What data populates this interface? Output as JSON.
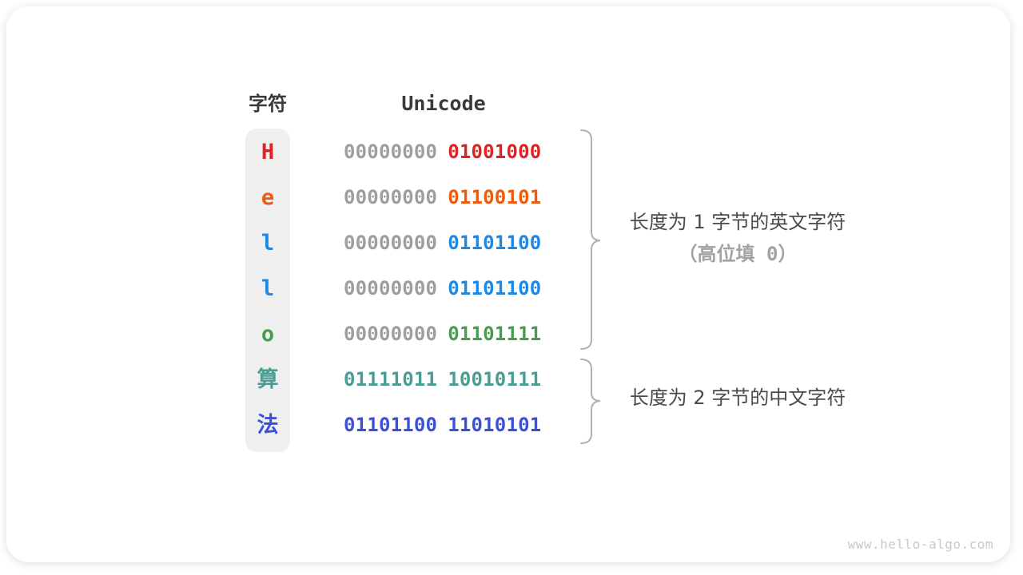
{
  "table": {
    "char_header": "字符",
    "unicode_header": "Unicode",
    "rows": [
      {
        "char": "H",
        "char_color": "#e02222",
        "byte1": "00000000",
        "byte1_color": "#9e9e9e",
        "byte2": "01001000",
        "byte2_color": "#e02222"
      },
      {
        "char": "e",
        "char_color": "#ef5b0d",
        "byte1": "00000000",
        "byte1_color": "#9e9e9e",
        "byte2": "01100101",
        "byte2_color": "#ef5b0d"
      },
      {
        "char": "l",
        "char_color": "#1e88e5",
        "byte1": "00000000",
        "byte1_color": "#9e9e9e",
        "byte2": "01101100",
        "byte2_color": "#1e88e5"
      },
      {
        "char": "l",
        "char_color": "#1e88e5",
        "byte1": "00000000",
        "byte1_color": "#9e9e9e",
        "byte2": "01101100",
        "byte2_color": "#1e88e5"
      },
      {
        "char": "o",
        "char_color": "#4a9b52",
        "byte1": "00000000",
        "byte1_color": "#9e9e9e",
        "byte2": "01101111",
        "byte2_color": "#4a9b52"
      },
      {
        "char": "算",
        "char_color": "#4a9d93",
        "byte1": "01111011",
        "byte1_color": "#4a9d93",
        "byte2": "10010111",
        "byte2_color": "#4a9d93"
      },
      {
        "char": "法",
        "char_color": "#3a50d9",
        "byte1": "01101100",
        "byte1_color": "#3a50d9",
        "byte2": "11010101",
        "byte2_color": "#3a50d9"
      }
    ]
  },
  "annotations": [
    {
      "line1": "长度为 1 字节的英文字符",
      "line2": "（高位填 0）"
    },
    {
      "line1": "长度为 2 字节的中文字符"
    }
  ],
  "watermark": "www.hello-algo.com",
  "colors": {
    "heading_text": "#3a3a3a",
    "gray_byte": "#9e9e9e",
    "annotation_primary": "#4a4a4a",
    "annotation_secondary": "#a3a3a3",
    "brace": "#b0b0b0",
    "pill_background": "#efefef",
    "watermark": "#c9c9c9"
  }
}
